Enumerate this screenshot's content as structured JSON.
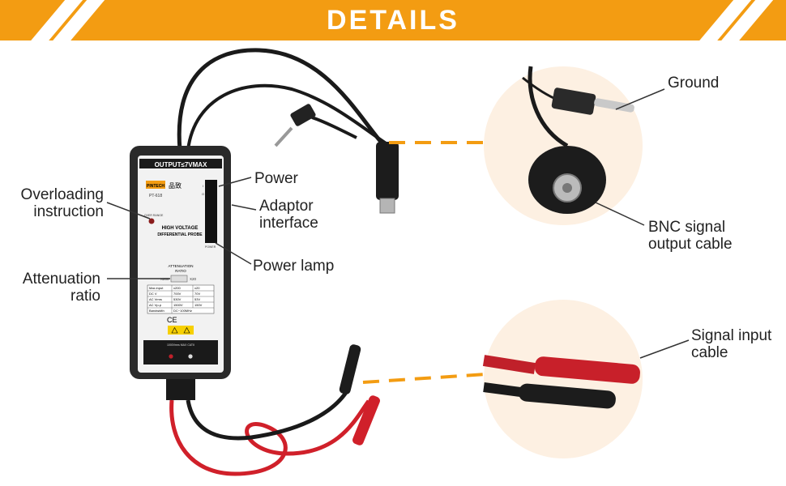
{
  "banner": {
    "title": "DETAILS"
  },
  "colors": {
    "banner": "#f39c12",
    "callout_circle": "#fdf0e2",
    "dash_line": "#f39c12",
    "cable_red": "#d0202a",
    "cable_black": "#1a1a1a"
  },
  "probe": {
    "top_label": "OUTPUT≤7VMAX",
    "brand": "PINTECH",
    "brand_cn": "品致",
    "model": "PT-618",
    "over_range": "OVER RANGE",
    "title_line1": "HIGH VOLTAGE",
    "title_line2": "DIFFERENTIAL PROBE",
    "attenuation_heading_1": "ATTENUATION",
    "attenuation_heading_2": "RATIO",
    "switch_left": "X200",
    "switch_right": "X20",
    "power_marks": [
      "I",
      "O"
    ],
    "power_label": "POWER",
    "spec_table": {
      "rows": [
        [
          "Max.input",
          "x200",
          "x20"
        ],
        [
          "DC V",
          "700V",
          "70V"
        ],
        [
          "AC Vrms",
          "530V",
          "53V"
        ],
        [
          "AC Vp-p",
          "1500V",
          "150V"
        ],
        [
          "Bandwidth",
          "DC~100MHz",
          ""
        ]
      ]
    },
    "ce_mark": "CE",
    "bottom_text": "1000Vrms MAX CATII"
  },
  "callouts": {
    "power": "Power",
    "adaptor_line1": "Adaptor",
    "adaptor_line2": "interface",
    "overloading_line1": "Overloading",
    "overloading_line2": "instruction",
    "power_lamp": "Power lamp",
    "attenuation_line1": "Attenuation",
    "attenuation_line2": "ratio",
    "ground": "Ground",
    "bnc_line1": "BNC signal",
    "bnc_line2": "output cable",
    "signal_line1": "Signal input",
    "signal_line2": "cable"
  }
}
